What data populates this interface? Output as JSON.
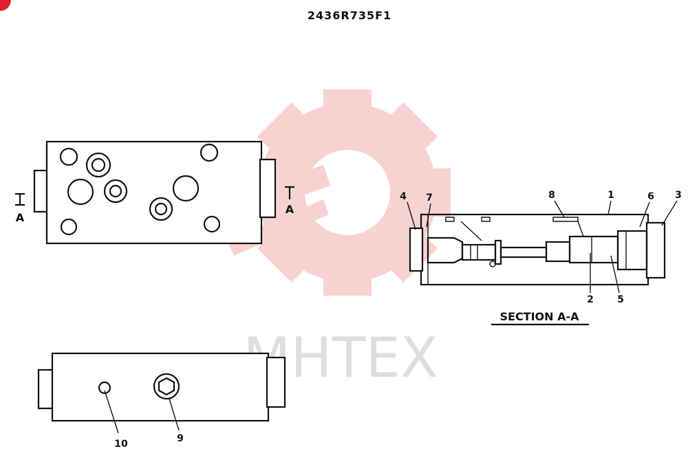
{
  "title": "2436R735F1",
  "watermark": {
    "text": "МНТЕХ",
    "color": "#f7c9c9",
    "text_color": "#dedede"
  },
  "accent_color": "#e0202a",
  "section_label": "SECTION A-A",
  "view_markers": {
    "left": "A",
    "right": "A"
  },
  "callouts": [
    "1",
    "2",
    "3",
    "4",
    "5",
    "6",
    "7",
    "8",
    "9",
    "10"
  ]
}
